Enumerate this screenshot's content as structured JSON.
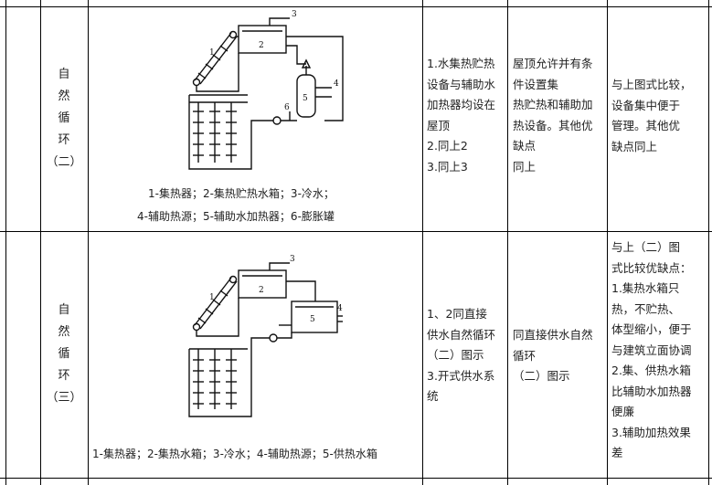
{
  "rows": [
    {
      "category": [
        "自",
        "然",
        "循",
        "环",
        "（二）"
      ],
      "diagram_labels": [
        "1",
        "2",
        "3",
        "4",
        "5",
        "6"
      ],
      "caption_lines": [
        "1-集热器；2-集热贮热水箱；3-冷水；",
        "4-辅助热源；5-辅助水加热器；6-膨胀罐"
      ],
      "col3": "1.水集热贮热\n设备与辅助水\n加热器均设在\n屋顶\n2.同上2\n3.同上3",
      "col4": "屋顶允许并有条\n件设置集\n热贮热和辅助加\n热设备。其他优\n缺点\n同上",
      "col5": "与上图式比较，\n设备集中便于\n管理。其他优\n缺点同上"
    },
    {
      "category": [
        "自",
        "然",
        "循",
        "环",
        "（三）"
      ],
      "diagram_labels": [
        "1",
        "2",
        "3",
        "4",
        "5"
      ],
      "caption_lines": [
        "1-集热器；2-集热水箱；3-冷水；4-辅助热源；5-供热水箱"
      ],
      "col3": "1、2同直接\n供水自然循环\n（二）图示\n3.开式供水系\n统",
      "col4": "同直接供水自然\n循环\n（二）图示",
      "col5": "与上（二）图\n式比较优缺点：\n1.集热水箱只\n热，不贮热、\n体型缩小，便于\n与建筑立面协调\n2.集、供热水箱\n比辅助水加热器\n便廉\n3.辅助加热效果\n差"
    }
  ]
}
